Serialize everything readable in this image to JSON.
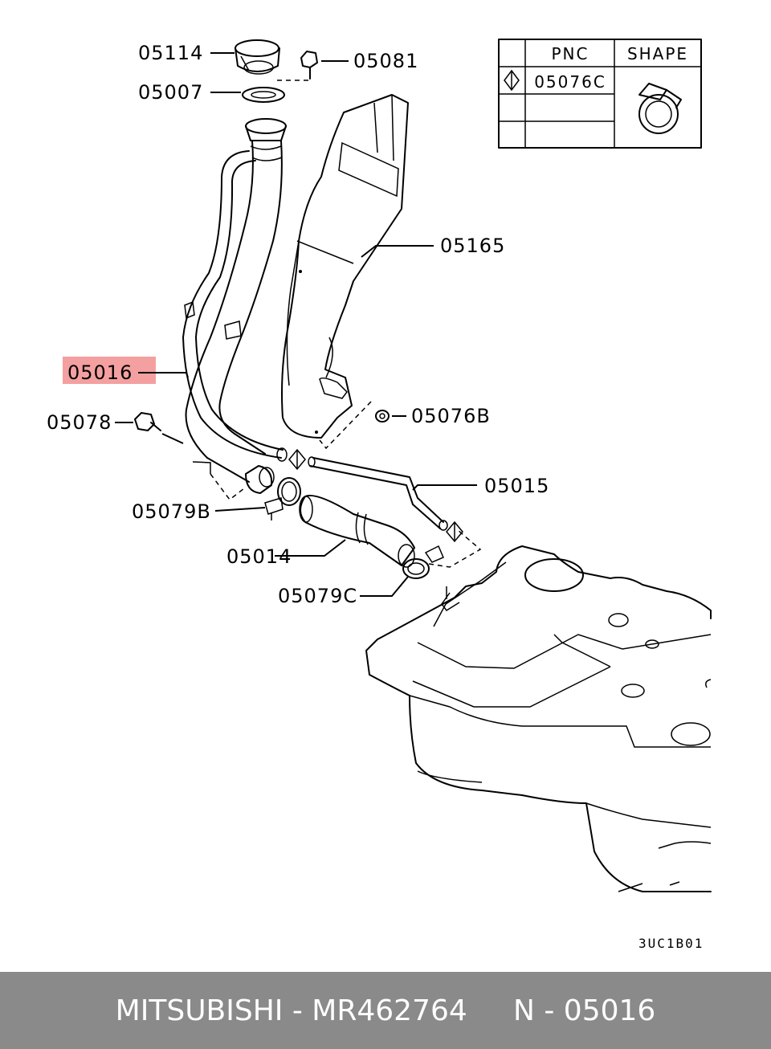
{
  "diagram": {
    "callouts": [
      {
        "id": "05114",
        "text": "05114"
      },
      {
        "id": "05081",
        "text": "05081"
      },
      {
        "id": "05007",
        "text": "05007"
      },
      {
        "id": "05165",
        "text": "05165"
      },
      {
        "id": "05016",
        "text": "05016",
        "highlighted": true
      },
      {
        "id": "05078",
        "text": "05078"
      },
      {
        "id": "05076B",
        "text": "05076B"
      },
      {
        "id": "05015",
        "text": "05015"
      },
      {
        "id": "05079B",
        "text": "05079B"
      },
      {
        "id": "05014",
        "text": "05014"
      },
      {
        "id": "05079C",
        "text": "05079C"
      }
    ],
    "highlight_color": "#f4a0a0",
    "legend_table": {
      "headers": [
        "PNC",
        "SHAPE"
      ],
      "row_pnc": "05076C",
      "row_symbol": "diamond-symbol",
      "shape_icon": "hose-clamp-icon"
    },
    "drawing_code": "3UC1B01"
  },
  "footer": {
    "text": "MITSUBISHI - MR462764     N - 05016",
    "background": "#8a8a8a"
  }
}
